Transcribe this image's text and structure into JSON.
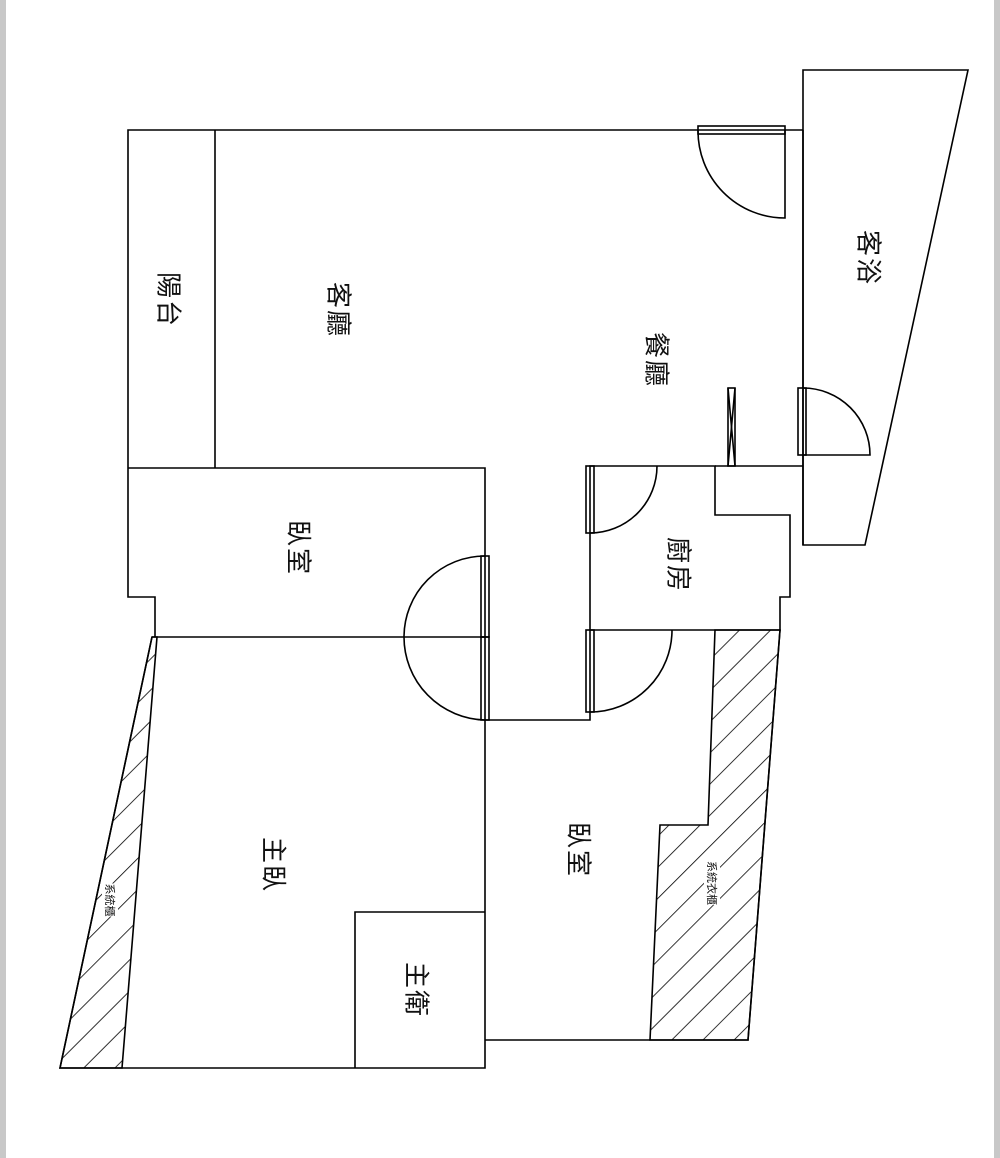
{
  "rooms": {
    "balcony": "陽台",
    "living_room": "客廳",
    "dining_room": "餐廳",
    "guest_bath": "客浴",
    "bedroom_1": "臥室",
    "kitchen": "廚房",
    "master_bedroom": "主臥",
    "master_bath": "主衛",
    "bedroom_2": "臥室"
  },
  "fixtures": {
    "system_cabinet": "系統櫃",
    "system_wardrobe": "系統衣櫃"
  }
}
